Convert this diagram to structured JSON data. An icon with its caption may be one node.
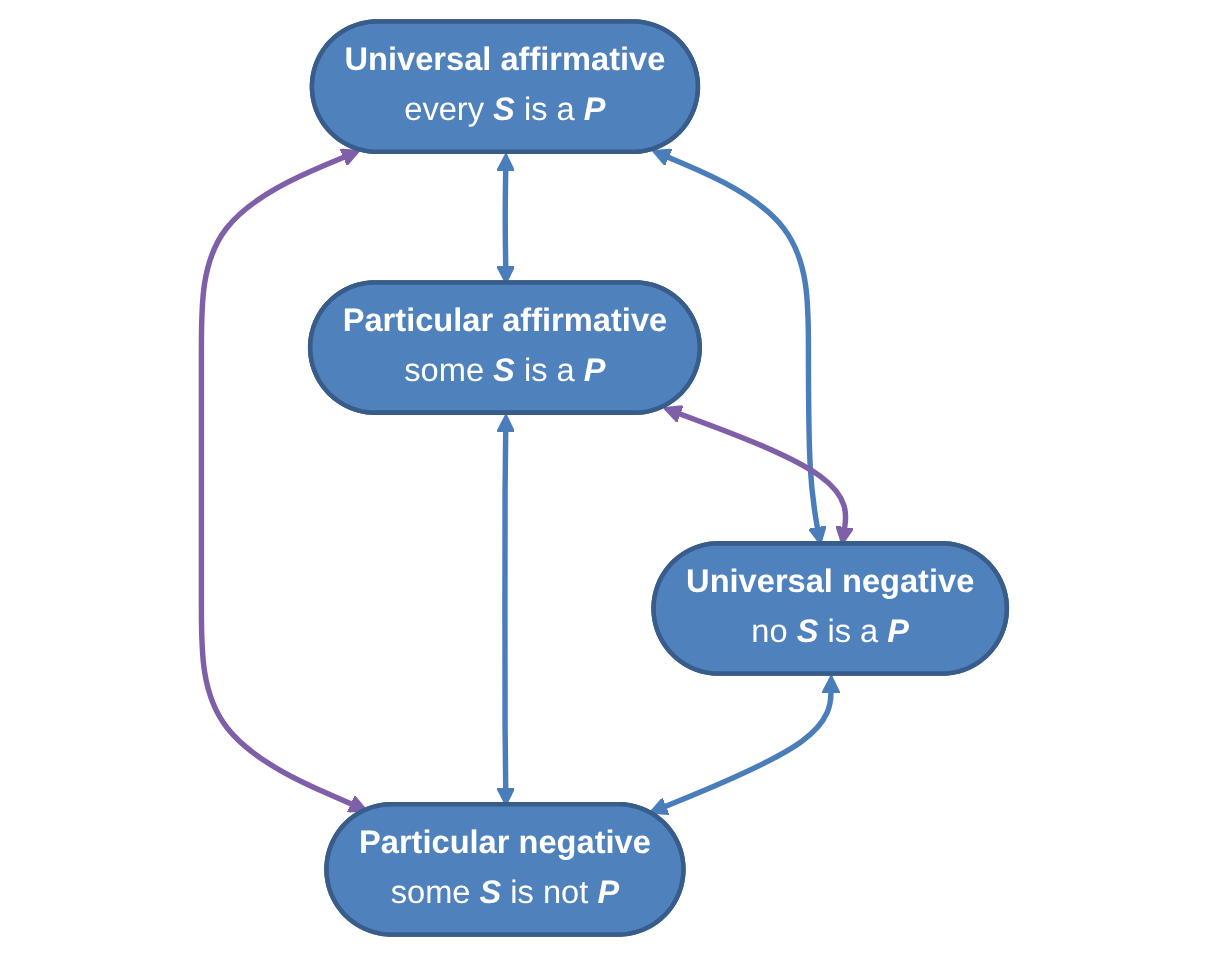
{
  "diagram": {
    "nodes": [
      {
        "text": [
          "Universal affirmative",
          "every **S** is a **P**"
        ]
      },
      {
        "text": [
          "Particular affirmative",
          "some **S** is a **P**"
        ]
      },
      {
        "text": [
          "Universal negative",
          "no **S** is a **P**"
        ]
      },
      {
        "text": [
          "Particular negative",
          "some **S** is not **P**"
        ]
      }
    ],
    "edges": [
      {
        "from": 0,
        "to": 1,
        "arrow": "both"
      },
      {
        "from": 0,
        "to": 2,
        "arrow": "both"
      },
      {
        "from": 0,
        "to": 3,
        "arrow": "both",
        "color": "#7f5fa8"
      },
      {
        "from": 1,
        "to": 2,
        "arrow": "both",
        "color": "#7f5fa8"
      },
      {
        "from": 1,
        "to": 3,
        "arrow": "both"
      },
      {
        "from": 2,
        "to": 3,
        "arrow": "both"
      }
    ]
  }
}
